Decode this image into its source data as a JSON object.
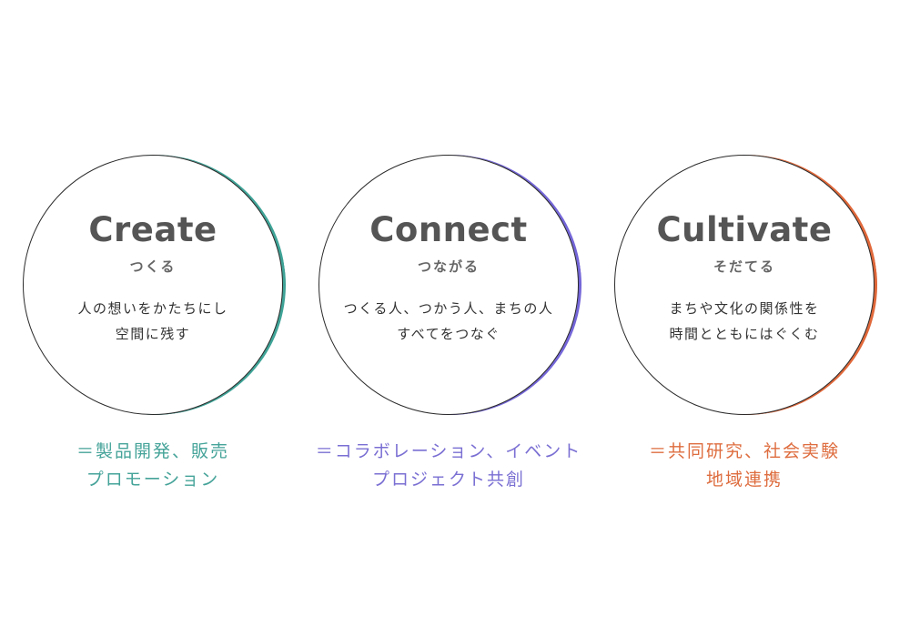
{
  "pillars": [
    {
      "id": "create",
      "title": "Create",
      "subtitle": "つくる",
      "body": [
        "人の想いをかたちにし",
        "空間に残す"
      ],
      "caption": [
        "＝製品開発、販売",
        "プロモーション"
      ],
      "accent_color": "#3fa397"
    },
    {
      "id": "connect",
      "title": "Connect",
      "subtitle": "つながる",
      "body": [
        "つくる人、つかう人、まちの人",
        "すべてをつなぐ"
      ],
      "caption": [
        "＝コラボレーション、イベント",
        "プロジェクト共創"
      ],
      "accent_color": "#7466d8"
    },
    {
      "id": "cultivate",
      "title": "Cultivate",
      "subtitle": "そだてる",
      "body": [
        "まちや文化の関係性を",
        "時間とともにはぐくむ"
      ],
      "caption": [
        "＝共同研究、社会実験",
        "地域連携"
      ],
      "accent_color": "#e0683a"
    }
  ]
}
